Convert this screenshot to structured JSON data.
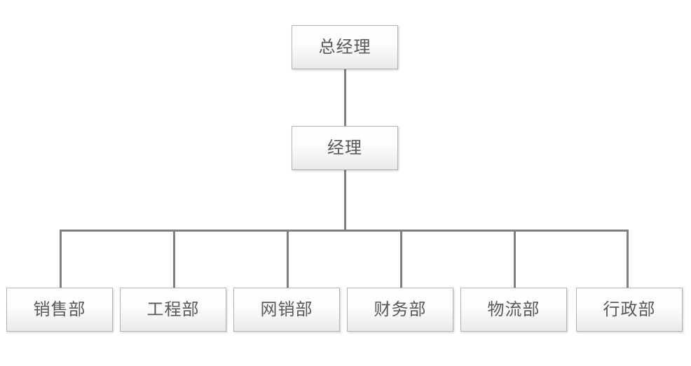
{
  "diagram": {
    "type": "organizational-chart",
    "title": "",
    "orientation": "top-down",
    "colors": {
      "box_border": "#b3b3b3",
      "box_fill_top": "#ffffff",
      "box_fill_bottom": "#e9e9e9",
      "text": "#585858",
      "connector": "#808080",
      "background": "#ffffff"
    },
    "levels": [
      {
        "level": 1,
        "nodes": [
          {
            "id": "gm",
            "label": "总经理"
          }
        ]
      },
      {
        "level": 2,
        "nodes": [
          {
            "id": "mgr",
            "label": "经理"
          }
        ]
      },
      {
        "level": 3,
        "nodes": [
          {
            "id": "dept1",
            "label": "销售部"
          },
          {
            "id": "dept2",
            "label": "工程部"
          },
          {
            "id": "dept3",
            "label": "网销部"
          },
          {
            "id": "dept4",
            "label": "财务部"
          },
          {
            "id": "dept5",
            "label": "物流部"
          },
          {
            "id": "dept6",
            "label": "行政部"
          }
        ]
      }
    ],
    "edges": [
      {
        "from": "gm",
        "to": "mgr"
      },
      {
        "from": "mgr",
        "to": "dept1"
      },
      {
        "from": "mgr",
        "to": "dept2"
      },
      {
        "from": "mgr",
        "to": "dept3"
      },
      {
        "from": "mgr",
        "to": "dept4"
      },
      {
        "from": "mgr",
        "to": "dept5"
      },
      {
        "from": "mgr",
        "to": "dept6"
      }
    ]
  }
}
